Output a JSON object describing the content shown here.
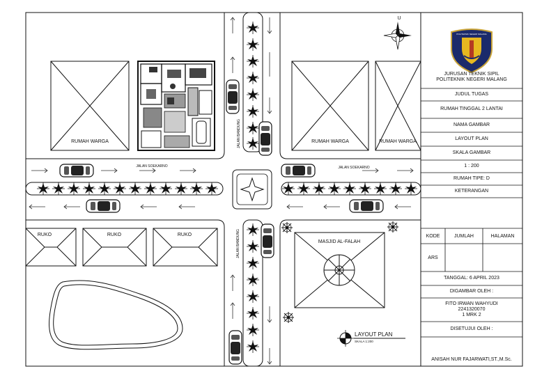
{
  "north_label": "U",
  "institution": {
    "department": "JURUSAN TEKNIK SIPIL",
    "school": "POLITEKNIK NEGERI MALANG",
    "logo_text": "POLITEKNIK NEGERI MALANG"
  },
  "title_block": {
    "judul_label": "JUDUL TUGAS",
    "judul_value": "RUMAH TINGGAL 2 LANTAI",
    "nama_label": "NAMA GAMBAR",
    "nama_value": "LAYOUT PLAN",
    "skala_label": "SKALA GAMBAR",
    "skala_value": "1 : 200",
    "tipe": "RUMAH TIPE: D",
    "keterangan_label": "KETERANGAN",
    "kode_label": "KODE",
    "jumlah_label": "JUMLAH",
    "halaman_label": "HALAMAN",
    "kode_value": "ARS",
    "tanggal": "TANGGAL: 6 APRIL 2023",
    "digambar_label": "DIGAMBAR OLEH :",
    "drafter_name": "FITO IRWAN WAHYUDI",
    "drafter_nim": "2241320070",
    "drafter_class": "1 MRK 2",
    "disetujui_label": "DISETUJUI OLEH :",
    "approver_name": "ANISAH NUR FAJARWATI,ST.,M.Sc."
  },
  "plan": {
    "rumah_warga_label": "RUMAH WARGA",
    "ruko_label": "RUKO",
    "masjid_label": "MASJID AL-FALAH",
    "street_east_west": "JALAN SOEKARNO",
    "street_north_south": "JALAN BANDUNG",
    "layout_title": "LAYOUT PLAN",
    "layout_scale": "SKALA 1:200"
  }
}
